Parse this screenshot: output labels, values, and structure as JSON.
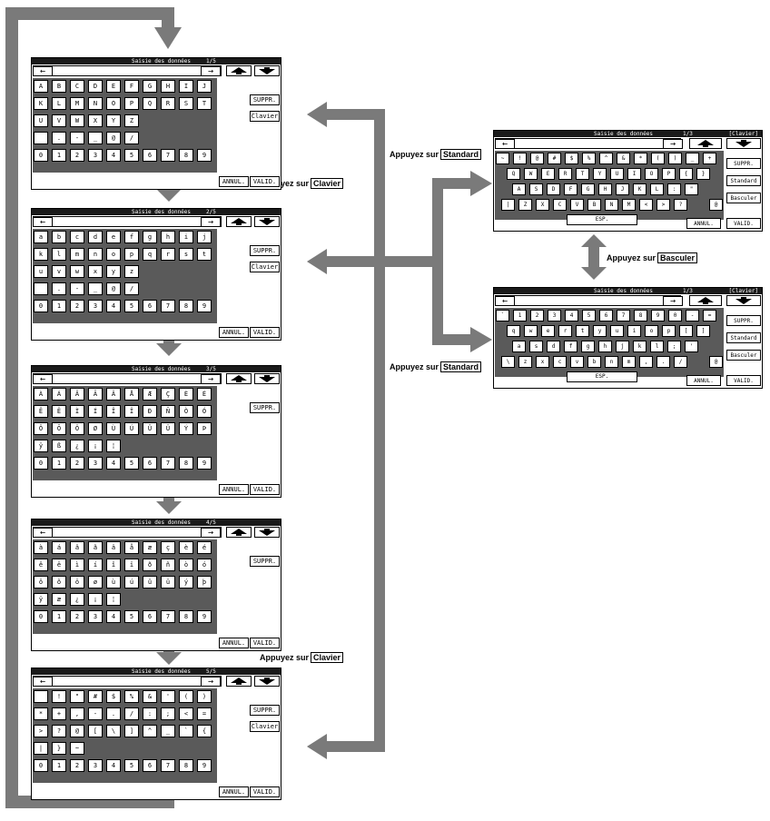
{
  "screen_title": "Saisie des données",
  "common": {
    "left_arrow": "←",
    "right_arrow": "→",
    "suppr": "SUPPR.",
    "clavier": "Clavier",
    "annul": "ANNUL.",
    "valid": "VALID.",
    "standard": "Standard",
    "basculer": "Basculer",
    "esp": "ESP.",
    "clavier_mode": "[Clavier]"
  },
  "labels": {
    "appuyez_sur": "Appuyez sur",
    "clavier": "Clavier",
    "standard": "Standard",
    "basculer": "Basculer"
  },
  "panels": [
    {
      "page": "1/5",
      "rows": [
        [
          "A",
          "B",
          "C",
          "D",
          "E",
          "F",
          "G",
          "H",
          "I",
          "J"
        ],
        [
          "K",
          "L",
          "M",
          "N",
          "O",
          "P",
          "Q",
          "R",
          "S",
          "T"
        ],
        [
          "U",
          "V",
          "W",
          "X",
          "Y",
          "Z"
        ],
        [
          " ",
          ".",
          "-",
          "_",
          "@",
          "/"
        ],
        [
          "0",
          "1",
          "2",
          "3",
          "4",
          "5",
          "6",
          "7",
          "8",
          "9"
        ]
      ],
      "has_clavier": true
    },
    {
      "page": "2/5",
      "rows": [
        [
          "a",
          "b",
          "c",
          "d",
          "e",
          "f",
          "g",
          "h",
          "i",
          "j"
        ],
        [
          "k",
          "l",
          "m",
          "n",
          "o",
          "p",
          "q",
          "r",
          "s",
          "t"
        ],
        [
          "u",
          "v",
          "w",
          "x",
          "y",
          "z"
        ],
        [
          " ",
          ".",
          "-",
          "_",
          "@",
          "/"
        ],
        [
          "0",
          "1",
          "2",
          "3",
          "4",
          "5",
          "6",
          "7",
          "8",
          "9"
        ]
      ],
      "has_clavier": true
    },
    {
      "page": "3/5",
      "rows": [
        [
          "À",
          "Á",
          "Â",
          "Ã",
          "Ä",
          "Å",
          "Æ",
          "Ç",
          "È",
          "É"
        ],
        [
          "Ê",
          "Ë",
          "Ì",
          "Í",
          "Î",
          "Ï",
          "Ð",
          "Ñ",
          "Ò",
          "Ó"
        ],
        [
          "Ô",
          "Õ",
          "Ö",
          "Ø",
          "Ù",
          "Ú",
          "Û",
          "Ü",
          "Ý",
          "Þ"
        ],
        [
          "ÿ",
          "ß",
          "¿",
          "¡",
          "¦"
        ],
        [
          "0",
          "1",
          "2",
          "3",
          "4",
          "5",
          "6",
          "7",
          "8",
          "9"
        ]
      ],
      "has_clavier": false
    },
    {
      "page": "4/5",
      "rows": [
        [
          "à",
          "á",
          "â",
          "ã",
          "ä",
          "å",
          "æ",
          "ç",
          "è",
          "é"
        ],
        [
          "ê",
          "ë",
          "ì",
          "í",
          "î",
          "ï",
          "ð",
          "ñ",
          "ò",
          "ó"
        ],
        [
          "ô",
          "õ",
          "ö",
          "ø",
          "ù",
          "ú",
          "û",
          "ü",
          "ý",
          "þ"
        ],
        [
          "ÿ",
          "æ",
          "¿",
          "¡",
          "¦"
        ],
        [
          "0",
          "1",
          "2",
          "3",
          "4",
          "5",
          "6",
          "7",
          "8",
          "9"
        ]
      ],
      "has_clavier": false
    },
    {
      "page": "5/5",
      "rows": [
        [
          " ",
          "!",
          "\"",
          "#",
          "$",
          "%",
          "&",
          "'",
          "(",
          ")"
        ],
        [
          "*",
          "+",
          ",",
          "-",
          ".",
          "/",
          ":",
          ";",
          "<",
          "="
        ],
        [
          ">",
          "?",
          "@",
          "[",
          "\\",
          "]",
          "^",
          "_",
          "`",
          "{"
        ],
        [
          "|",
          "}",
          "~"
        ],
        [
          "0",
          "1",
          "2",
          "3",
          "4",
          "5",
          "6",
          "7",
          "8",
          "9"
        ]
      ],
      "has_clavier": true
    }
  ],
  "kb_upper": {
    "page": "1/3",
    "rows": [
      [
        "~",
        "!",
        "@",
        "#",
        "$",
        "%",
        "^",
        "&",
        "*",
        "(",
        ")",
        "_",
        "+"
      ],
      [
        "Q",
        "W",
        "E",
        "R",
        "T",
        "Y",
        "U",
        "I",
        "O",
        "P",
        "{",
        "}"
      ],
      [
        "A",
        "S",
        "D",
        "F",
        "G",
        "H",
        "J",
        "K",
        "L",
        ":",
        "\""
      ],
      [
        "|",
        "Z",
        "X",
        "C",
        "V",
        "B",
        "N",
        "M",
        "<",
        ">",
        "?"
      ]
    ]
  },
  "kb_lower": {
    "page": "1/3",
    "rows": [
      [
        "`",
        "1",
        "2",
        "3",
        "4",
        "5",
        "6",
        "7",
        "8",
        "9",
        "0",
        "-",
        "="
      ],
      [
        "q",
        "w",
        "e",
        "r",
        "t",
        "y",
        "u",
        "i",
        "o",
        "p",
        "[",
        "]"
      ],
      [
        "a",
        "s",
        "d",
        "f",
        "g",
        "h",
        "j",
        "k",
        "l",
        ";",
        "'"
      ],
      [
        "\\",
        "z",
        "x",
        "c",
        "v",
        "b",
        "n",
        "m",
        ",",
        ".",
        "/"
      ]
    ]
  }
}
